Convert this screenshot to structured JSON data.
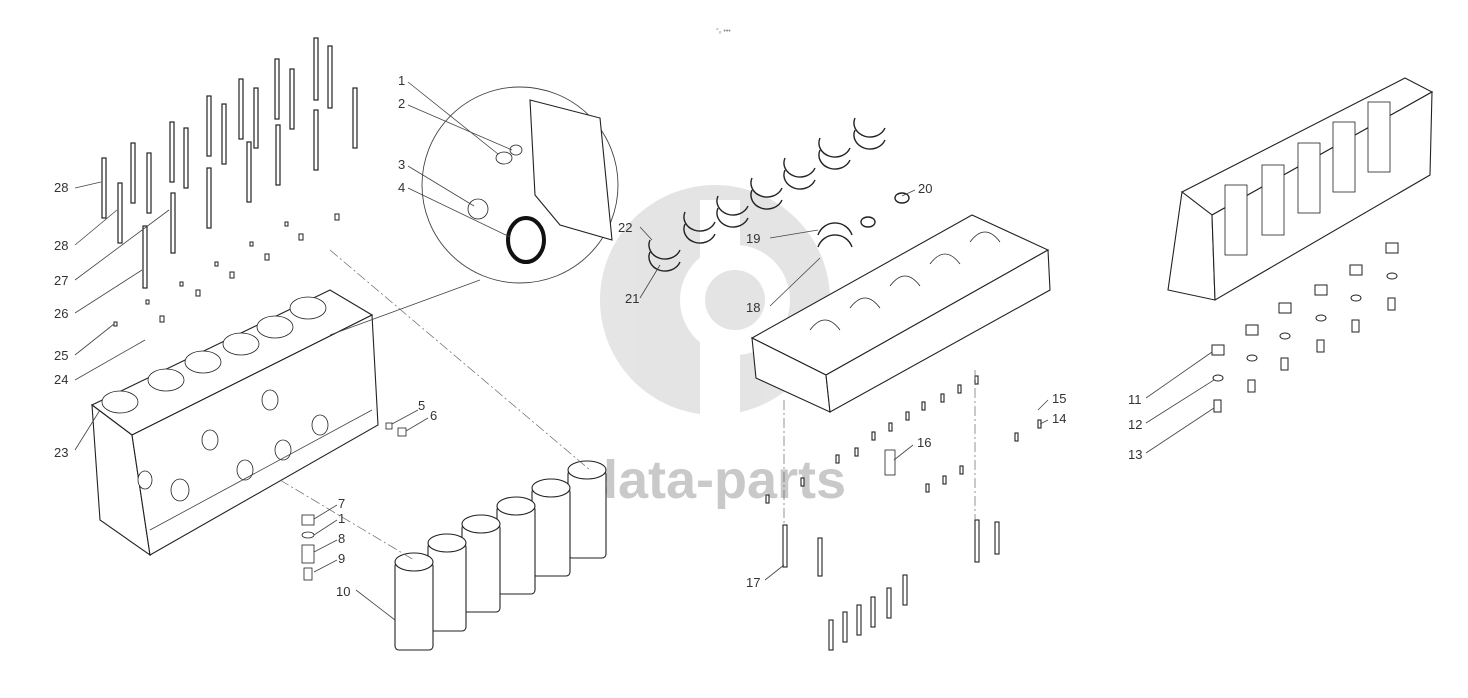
{
  "diagram": {
    "top_mark": "°ₒ •••",
    "watermark_text": "data-parts",
    "callouts": [
      {
        "id": "c1a",
        "label": "1"
      },
      {
        "id": "c2",
        "label": "2"
      },
      {
        "id": "c3",
        "label": "3"
      },
      {
        "id": "c4",
        "label": "4"
      },
      {
        "id": "c5",
        "label": "5"
      },
      {
        "id": "c6",
        "label": "6"
      },
      {
        "id": "c7",
        "label": "7"
      },
      {
        "id": "c1b",
        "label": "1"
      },
      {
        "id": "c8",
        "label": "8"
      },
      {
        "id": "c9",
        "label": "9"
      },
      {
        "id": "c10",
        "label": "10"
      },
      {
        "id": "c11",
        "label": "11"
      },
      {
        "id": "c12",
        "label": "12"
      },
      {
        "id": "c13",
        "label": "13"
      },
      {
        "id": "c14",
        "label": "14"
      },
      {
        "id": "c15",
        "label": "15"
      },
      {
        "id": "c16",
        "label": "16"
      },
      {
        "id": "c17",
        "label": "17"
      },
      {
        "id": "c18",
        "label": "18"
      },
      {
        "id": "c19",
        "label": "19"
      },
      {
        "id": "c20",
        "label": "20"
      },
      {
        "id": "c21",
        "label": "21"
      },
      {
        "id": "c22",
        "label": "22"
      },
      {
        "id": "c23",
        "label": "23"
      },
      {
        "id": "c24",
        "label": "24"
      },
      {
        "id": "c25",
        "label": "25"
      },
      {
        "id": "c26",
        "label": "26"
      },
      {
        "id": "c27",
        "label": "27"
      },
      {
        "id": "c28a",
        "label": "28"
      },
      {
        "id": "c28b",
        "label": "28"
      }
    ]
  }
}
